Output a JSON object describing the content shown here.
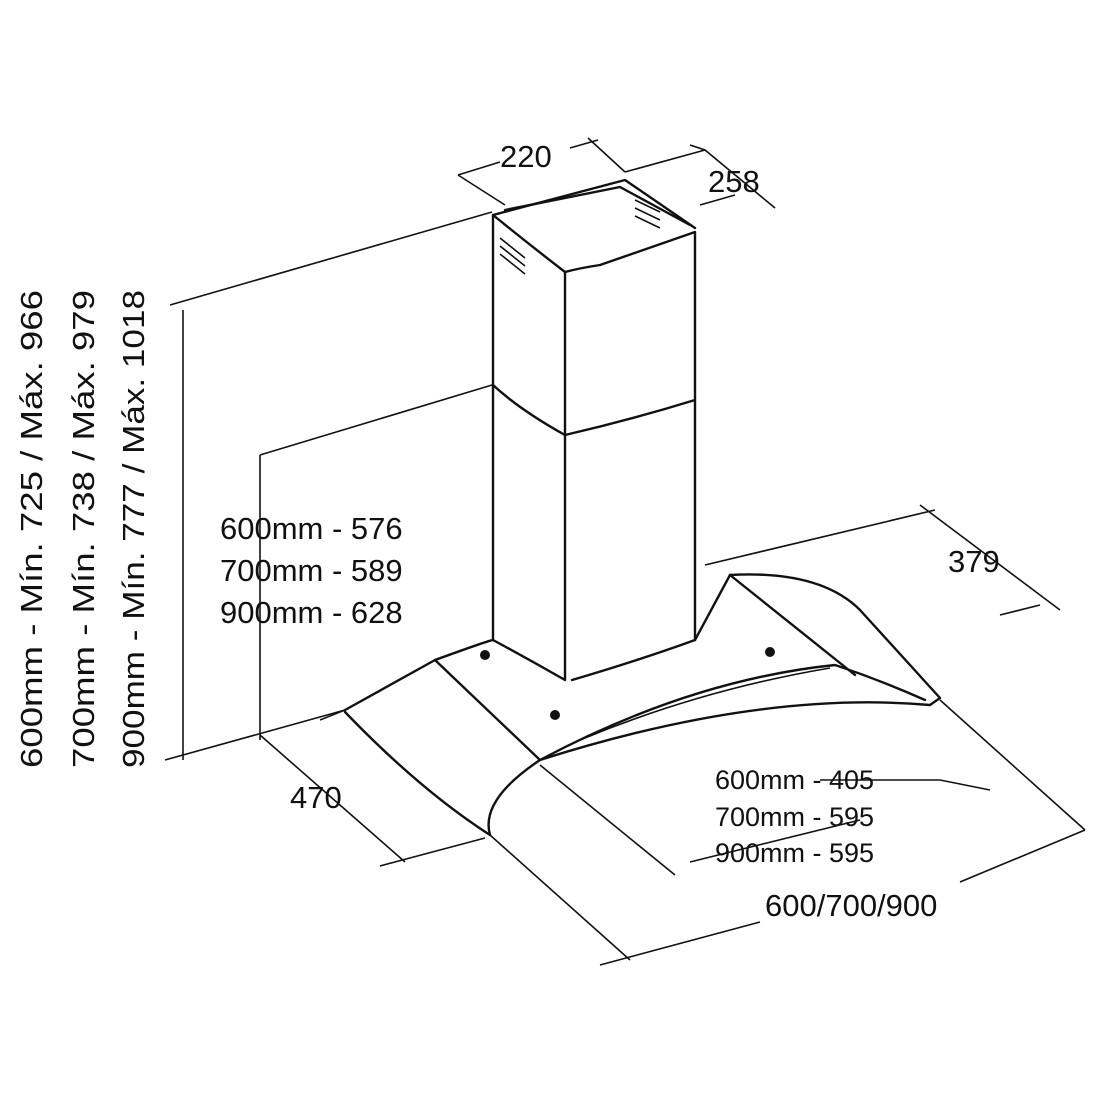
{
  "title": "Cooker hood dimensions diagram",
  "dimensions": {
    "chimney_width": "220",
    "chimney_depth": "258",
    "hood_depth_back": "379",
    "hood_depth_side": "470",
    "total_width": "600/700/900",
    "chimney_height_lines": [
      "600mm - 576",
      "700mm - 589",
      "900mm - 628"
    ],
    "front_width_lines": [
      "600mm - 405",
      "700mm - 595",
      "900mm - 595"
    ],
    "total_height_lines": [
      "600mm - Mín. 725 / Máx. 966",
      "700mm - Mín. 738 / Máx. 979",
      "900mm - Mín. 777 / Máx. 1018"
    ]
  },
  "colors": {
    "line": "#111111",
    "background": "#ffffff"
  }
}
